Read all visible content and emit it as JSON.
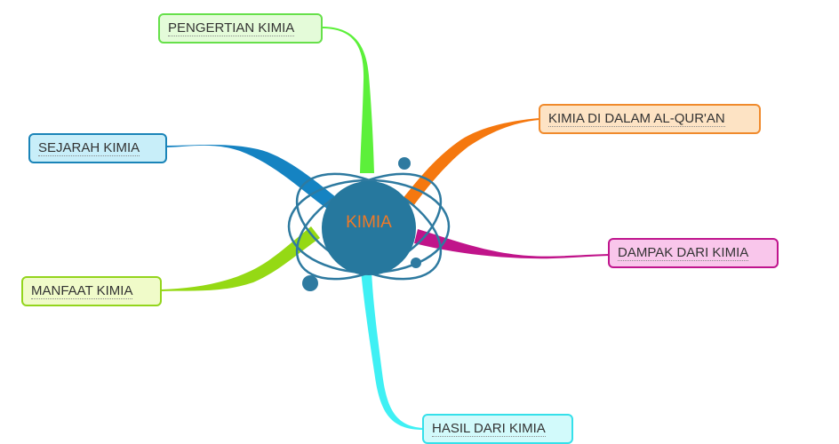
{
  "center": {
    "label": "KIMIA",
    "color": "#26789e"
  },
  "topics": [
    {
      "id": "pengertian",
      "label": "PENGERTIAN KIMIA",
      "border": "#66e04a",
      "fill": "#e4fbd9",
      "branch": "#5cf03a"
    },
    {
      "id": "sejarah",
      "label": "SEJARAH KIMIA",
      "border": "#1a84b8",
      "fill": "#c8eef9",
      "branch": "#1583c2"
    },
    {
      "id": "manfaat",
      "label": "MANFAAT KIMIA",
      "border": "#93d51c",
      "fill": "#f0fbc9",
      "branch": "#95d914"
    },
    {
      "id": "quran",
      "label": "KIMIA DI DALAM AL-QUR'AN",
      "border": "#f08a2c",
      "fill": "#fde3c4",
      "branch": "#f5780f"
    },
    {
      "id": "dampak",
      "label": "DAMPAK DARI KIMIA",
      "border": "#c0168e",
      "fill": "#f9c6eb",
      "branch": "#c0148a"
    },
    {
      "id": "hasil",
      "label": "HASIL DARI KIMIA",
      "border": "#35e0ea",
      "fill": "#d2fafb",
      "branch": "#3ff0f4"
    }
  ]
}
